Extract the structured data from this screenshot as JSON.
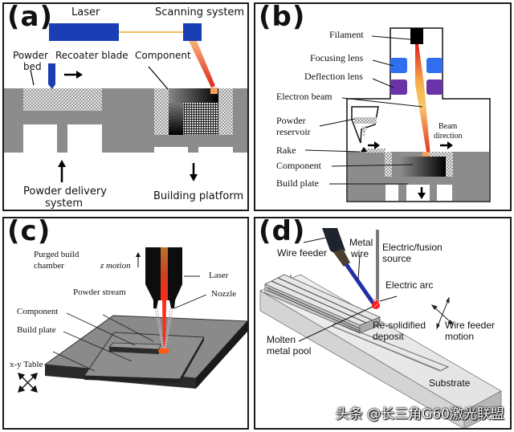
{
  "panels": {
    "a": {
      "label": "(a)",
      "laser": "Laser",
      "scanning_system": "Scanning system",
      "powder_bed_1": "Powder",
      "powder_bed_2": "bed",
      "recoater_blade": "Recoater blade",
      "component": "Component",
      "powder_delivery_1": "Powder delivery",
      "powder_delivery_2": "system",
      "building_platform": "Building platform",
      "colors": {
        "laser": "#1a3fb5",
        "beam_top": "#f7b27a",
        "beam_bottom": "#e0261b",
        "machine": "#8c8c8c"
      }
    },
    "b": {
      "label": "(b)",
      "filament": "Filament",
      "focusing_lens": "Focusing lens",
      "deflection_lens": "Deflection lens",
      "electron_beam": "Electron beam",
      "powder_reservoir_1": "Powder",
      "powder_reservoir_2": "reservoir",
      "rake": "Rake",
      "component": "Component",
      "build_plate": "Build plate",
      "beam_direction_1": "Beam",
      "beam_direction_2": "direction",
      "colors": {
        "focusing_lens": "#2f6ff0",
        "deflection_lens": "#6a33a8",
        "machine": "#8c8c8c"
      }
    },
    "c": {
      "label": "(c)",
      "purged_1": "Purged build",
      "purged_2": "chamber",
      "z_motion": "z motion",
      "laser": "Laser",
      "nozzle": "Nozzle",
      "powder_stream": "Powder stream",
      "component": "Component",
      "build_plate": "Build plate",
      "xy_table": "x-y Table"
    },
    "d": {
      "label": "(d)",
      "wire_feeder": "Wire feeder",
      "metal_wire_1": "Metal",
      "metal_wire_2": "wire",
      "source_1": "Electric/fusion",
      "source_2": "source",
      "electric_arc": "Electric arc",
      "resolidified_1": "Re-solidified",
      "resolidified_2": "deposit",
      "wire_motion_1": "Wire feeder",
      "wire_motion_2": "motion",
      "molten_1": "Molten",
      "molten_2": "metal pool",
      "substrate": "Substrate"
    }
  },
  "watermark": "头条 @长三角G60激光联盟"
}
